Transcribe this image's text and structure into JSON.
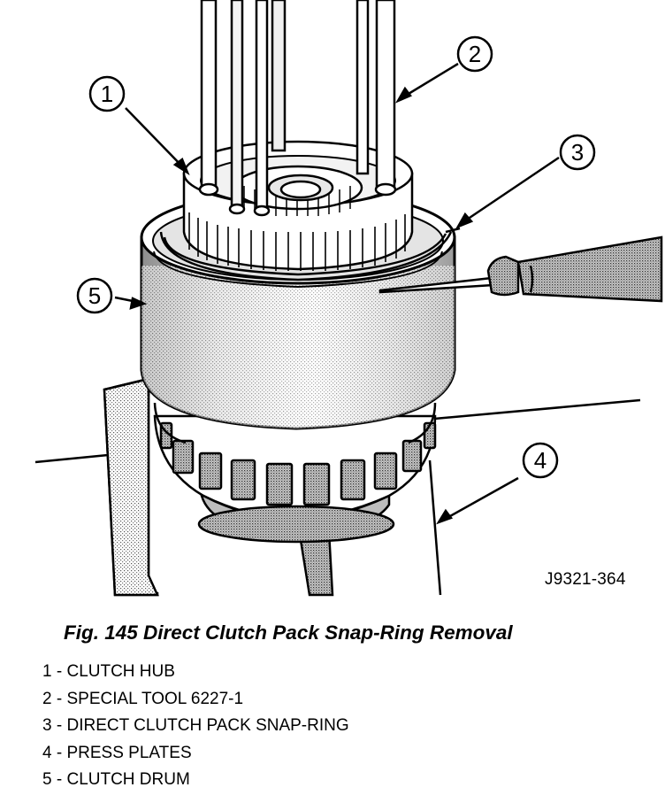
{
  "figure": {
    "callouts": [
      "1",
      "2",
      "3",
      "4",
      "5"
    ],
    "reference_id": "J9321-364",
    "caption": "Fig. 145 Direct Clutch Pack Snap-Ring Removal",
    "legend": [
      {
        "num": "1",
        "sep": " - ",
        "text": "CLUTCH HUB"
      },
      {
        "num": "2",
        "sep": " - ",
        "text": "SPECIAL TOOL 6227-1"
      },
      {
        "num": "3",
        "sep": " - ",
        "text": "DIRECT CLUTCH PACK SNAP-RING"
      },
      {
        "num": "4",
        "sep": " - ",
        "text": "PRESS PLATES"
      },
      {
        "num": "5",
        "sep": " - ",
        "text": "CLUTCH DRUM"
      }
    ]
  },
  "colors": {
    "ink": "#000000",
    "paper": "#ffffff",
    "shade": "#c8c8c8",
    "dark_shade": "#9a9a9a"
  }
}
